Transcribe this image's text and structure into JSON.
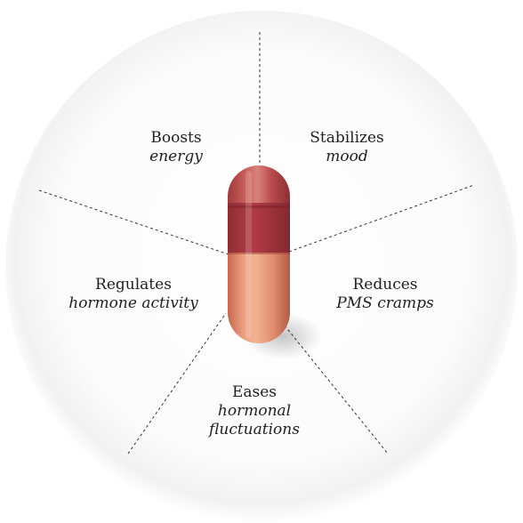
{
  "benefits": {
    "energy": {
      "line1": "Boosts",
      "line2": "energy"
    },
    "mood": {
      "line1": "Stabilizes",
      "line2": "mood"
    },
    "hormone": {
      "line1": "Regulates",
      "line2": "hormone activity"
    },
    "pms": {
      "line1": "Reduces",
      "line2": "PMS cramps"
    },
    "fluctuations": {
      "line1": "Eases",
      "line2": "hormonal",
      "line3": "fluctuations"
    }
  },
  "colors": {
    "capsule_top": "#b8474a",
    "capsule_band": "#a93842",
    "capsule_bottom": "#e28f73",
    "divider_line": "#333333"
  }
}
